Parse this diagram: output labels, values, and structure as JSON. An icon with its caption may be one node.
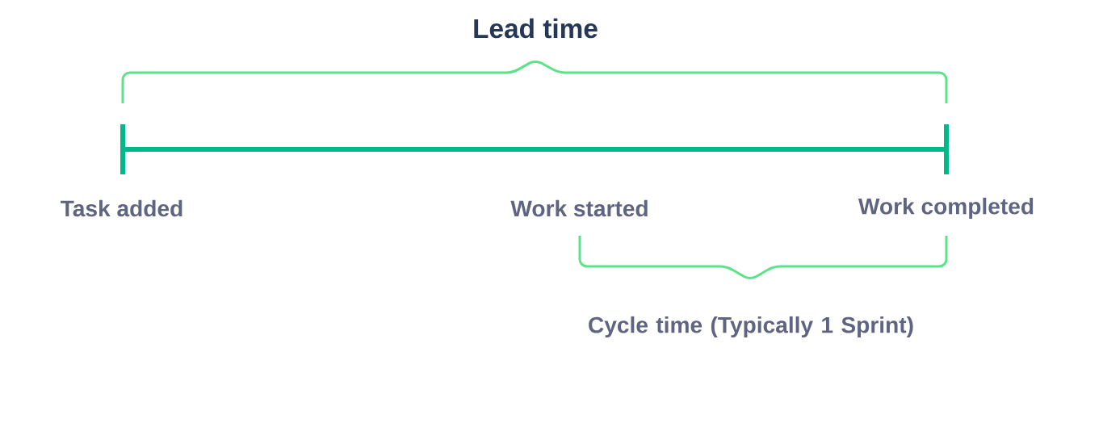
{
  "diagram": {
    "title": "Lead time",
    "labels": [
      "Task added",
      "Work started",
      "Work completed",
      "Cycle time (Typically 1 Sprint)"
    ]
  }
}
